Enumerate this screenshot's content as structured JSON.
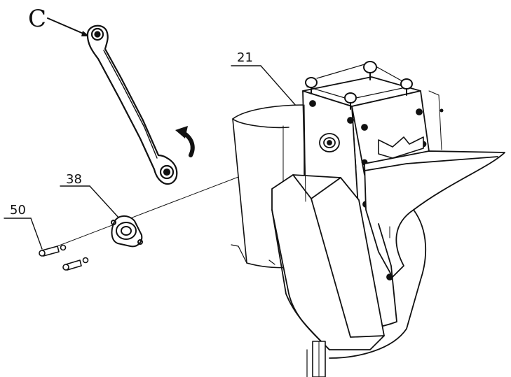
{
  "labels": {
    "c": "C",
    "part_21": "21",
    "part_38": "38",
    "part_50": "50"
  },
  "colors": {
    "ink": "#111111",
    "fill": "#ffffff"
  }
}
